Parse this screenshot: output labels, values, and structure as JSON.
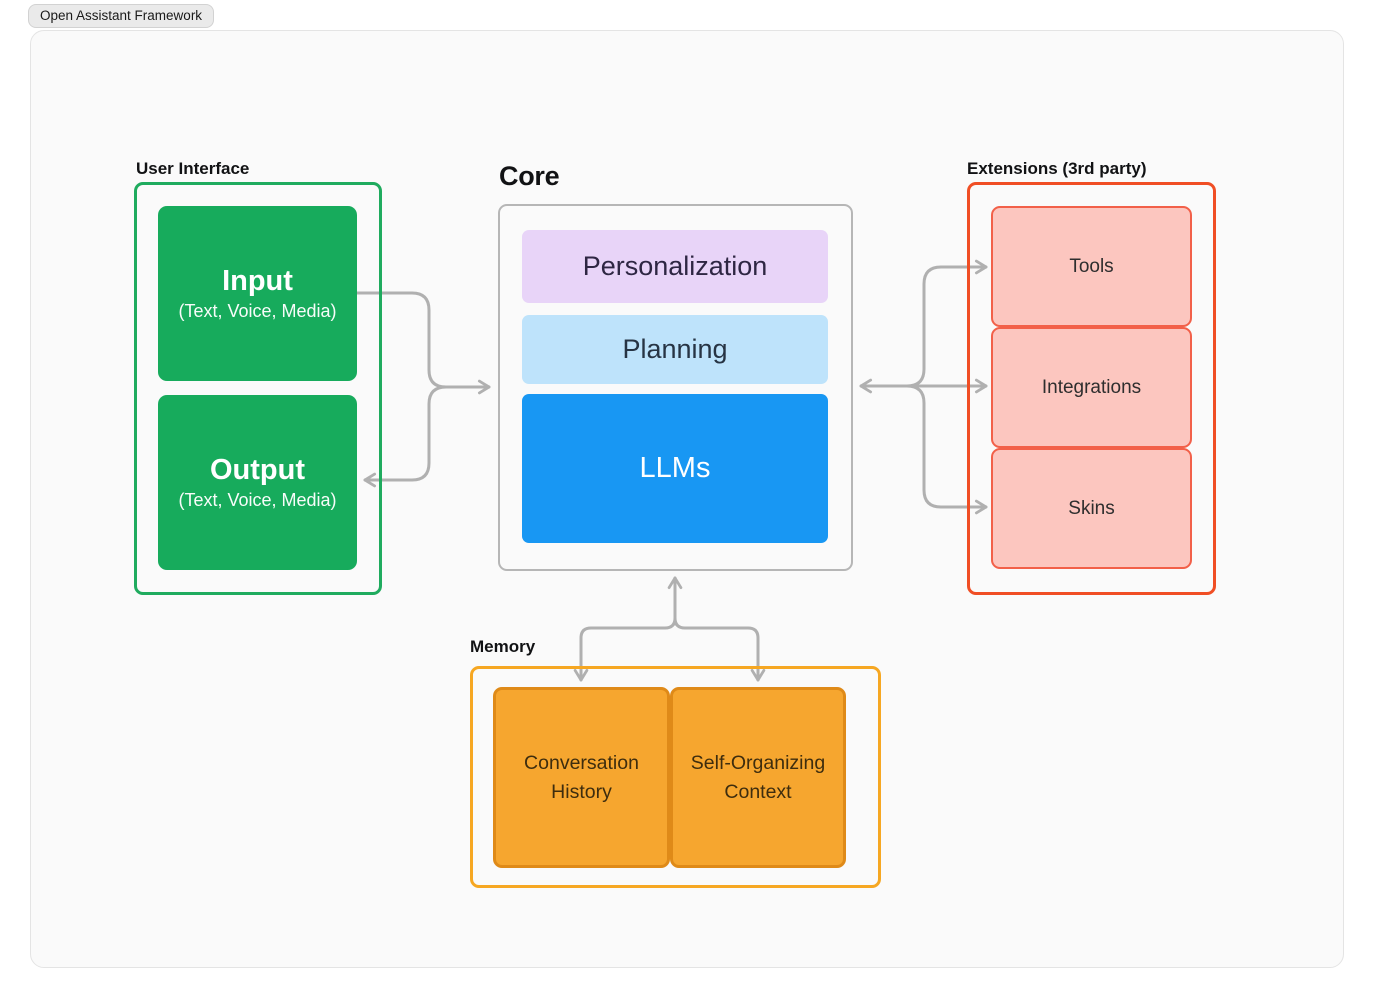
{
  "tab": {
    "label": "Open Assistant Framework"
  },
  "diagram": {
    "user_interface": {
      "title": "User Interface",
      "input": {
        "title": "Input",
        "subtitle": "(Text, Voice, Media)"
      },
      "output": {
        "title": "Output",
        "subtitle": "(Text, Voice, Media)"
      }
    },
    "core": {
      "title": "Core",
      "personalization": "Personalization",
      "planning": "Planning",
      "llms": "LLMs"
    },
    "extensions": {
      "title": "Extensions (3rd party)",
      "tools": "Tools",
      "integrations": "Integrations",
      "skins": "Skins"
    },
    "memory": {
      "title": "Memory",
      "conversation_history": "Conversation History",
      "self_organizing_context": "Self-Organizing Context"
    }
  },
  "colors": {
    "canvas_background": "#fafafa",
    "canvas_border": "#e4e4e4",
    "ui_group_border": "#1fab5e",
    "ui_box_fill": "#17ab5c",
    "core_group_border": "#b6b6b6",
    "personalization_fill": "#e8d4f8",
    "planning_fill": "#bee3fb",
    "llms_fill": "#1897f3",
    "extensions_group_border": "#f04e24",
    "extension_box_fill": "#fcc6bf",
    "extension_box_border": "#f26049",
    "memory_group_border": "#f6a722",
    "memory_box_fill": "#f6a62f",
    "memory_box_border": "#df8a18",
    "connector": "#b0b0b0"
  }
}
